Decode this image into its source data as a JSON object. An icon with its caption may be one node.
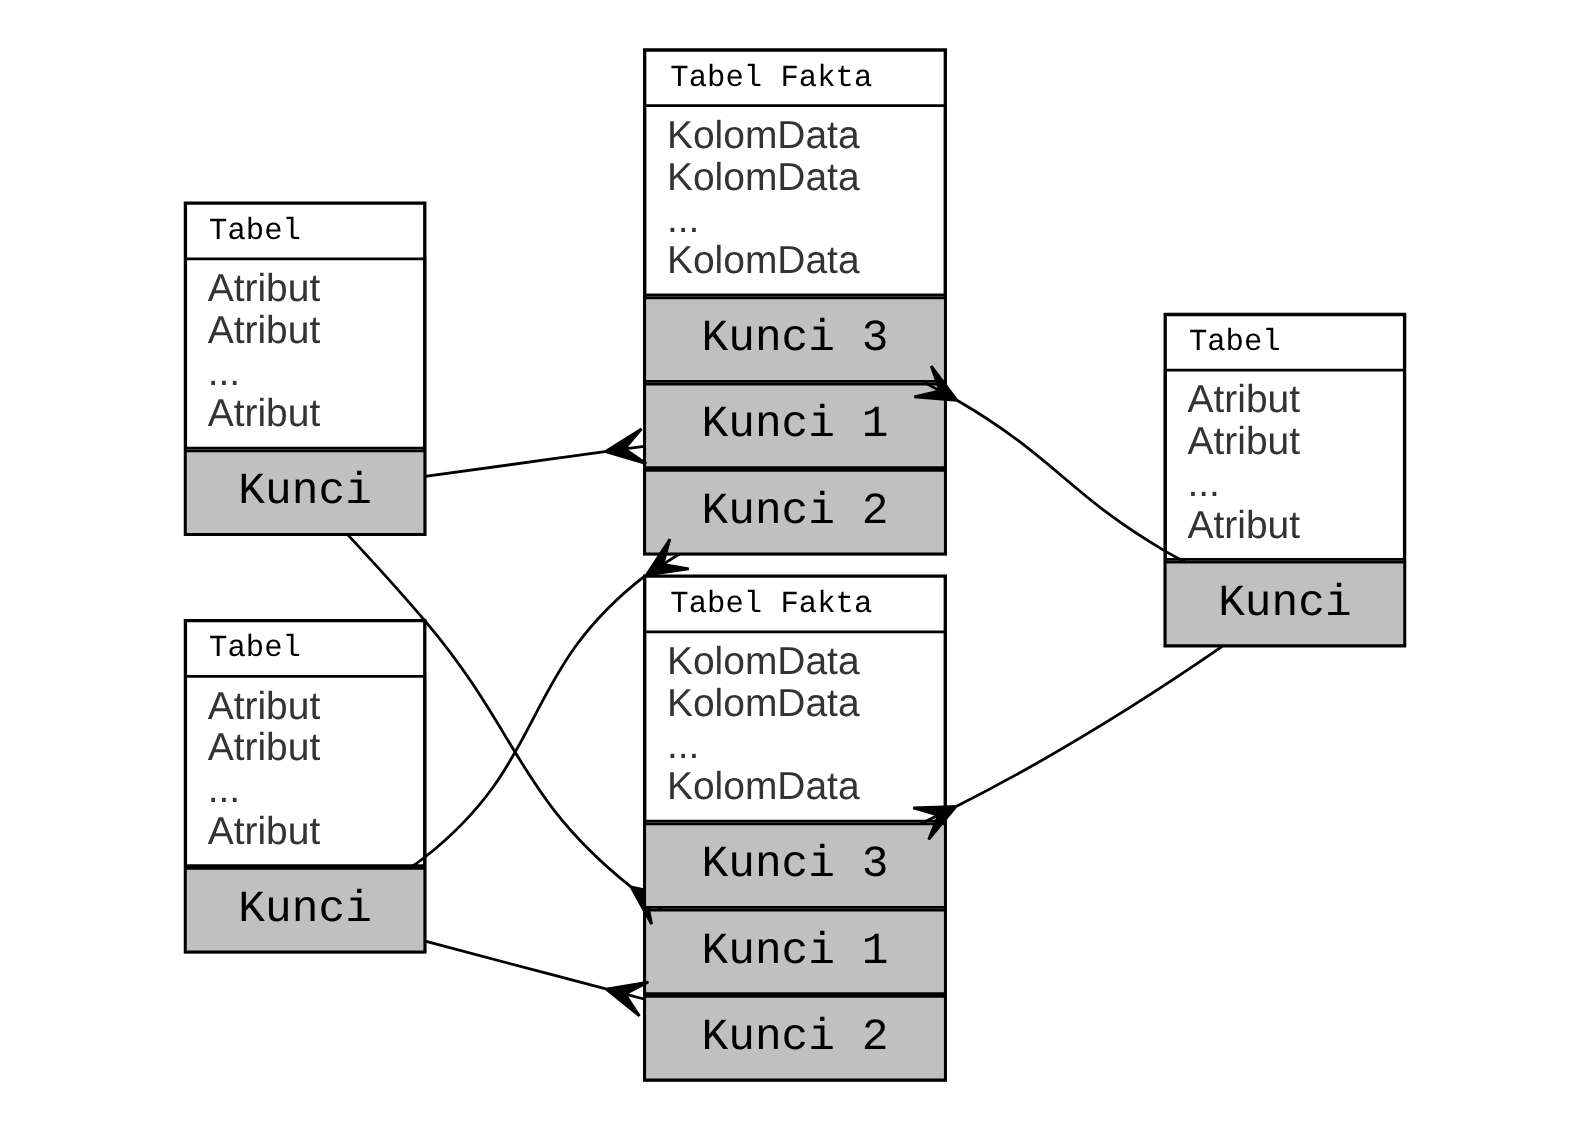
{
  "diagram": {
    "nodes": [
      {
        "text": [
          "Tabel"
        ]
      },
      {
        "text": [
          "Kunci"
        ],
        "in": 0
      },
      {
        "text": [
          "Atribut",
          "Atribut",
          "...",
          "Atribut"
        ],
        "in": 0
      },
      {
        "text": [
          "Tabel"
        ]
      },
      {
        "text": [
          "Kunci"
        ],
        "in": 3
      },
      {
        "text": [
          "Atribut",
          "Atribut",
          "...",
          "Atribut"
        ],
        "in": 3
      },
      {
        "text": [
          "Tabel Fakta"
        ]
      },
      {
        "text": [
          "Kunci 1"
        ],
        "in": 6
      },
      {
        "text": [
          "Kunci 2"
        ],
        "in": 6
      },
      {
        "text": [
          "Kunci 3"
        ],
        "in": 6
      },
      {
        "text": [
          "KolomData",
          "KolomData",
          "...",
          "KolomData"
        ],
        "in": 6
      },
      {
        "text": [
          "Tabel"
        ]
      },
      {
        "text": [
          "Kunci"
        ],
        "in": 11
      },
      {
        "text": [
          "Atribut",
          "Atribut",
          "...",
          "Atribut"
        ],
        "in": 11
      },
      {
        "text": [
          "Tabel Fakta"
        ]
      },
      {
        "text": [
          "Kunci 1"
        ],
        "in": 14
      },
      {
        "text": [
          "Kunci 2"
        ],
        "in": 14
      },
      {
        "text": [
          "Kunci 3"
        ],
        "in": 14
      },
      {
        "text": [
          "KolomData",
          "KolomData",
          "...",
          "KolomData"
        ],
        "in": 14
      }
    ],
    "edges": [
      {
        "from": 1,
        "to": 7,
        "arrow": "other"
      },
      {
        "from": 4,
        "to": 8,
        "arrow": "other"
      },
      {
        "from": 12,
        "to": 9,
        "arrow": "other"
      },
      {
        "from": 1,
        "to": 15,
        "arrow": "other"
      },
      {
        "from": 4,
        "to": 16,
        "arrow": "other"
      },
      {
        "from": 12,
        "to": 17,
        "arrow": "other"
      }
    ]
  }
}
